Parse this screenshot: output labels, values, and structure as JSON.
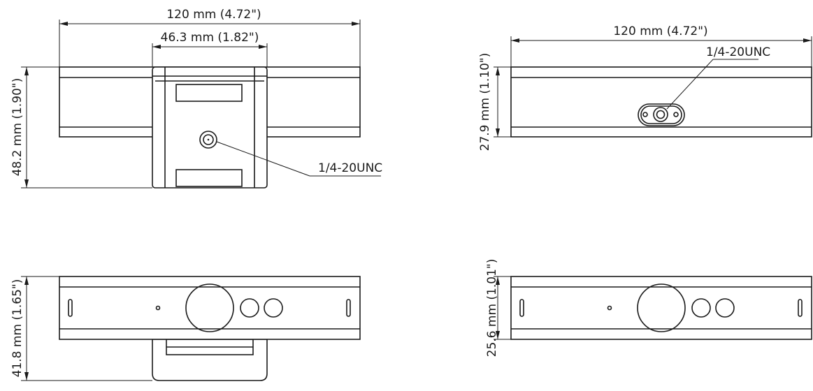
{
  "top_left": {
    "width_overall": "120 mm (4.72\")",
    "width_mount": "46.3 mm (1.82\")",
    "height": "48.2 mm  (1.90\")",
    "thread": "1/4-20UNC"
  },
  "top_right": {
    "width_overall": "120 mm (4.72\")",
    "height": "27.9 mm (1.10\")",
    "thread": "1/4-20UNC"
  },
  "bottom_left": {
    "height": "41.8 mm (1.65\")"
  },
  "bottom_right": {
    "height": "25.6 mm (1.01\")"
  },
  "colors": {
    "line": "#1a1a1a",
    "background": "#ffffff"
  }
}
